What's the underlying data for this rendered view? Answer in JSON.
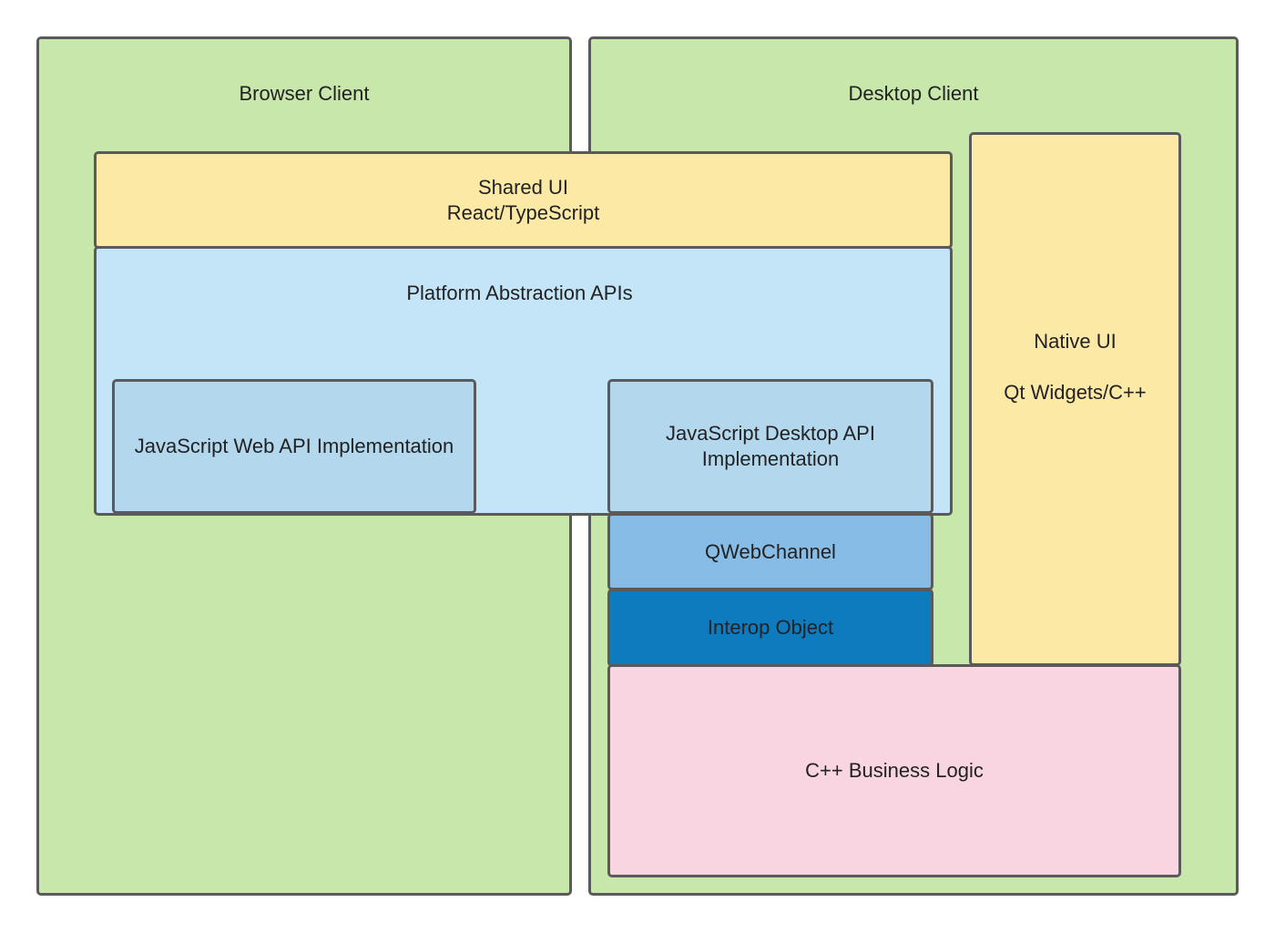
{
  "diagram": {
    "browser_client": {
      "label": "Browser Client"
    },
    "desktop_client": {
      "label": "Desktop Client"
    },
    "shared_ui": {
      "label": "Shared UI\nReact/TypeScript"
    },
    "platform_abstraction": {
      "label": "Platform Abstraction APIs"
    },
    "web_api_impl": {
      "label": "JavaScript Web API Implementation"
    },
    "desktop_api_impl": {
      "label": "JavaScript Desktop API\nImplementation"
    },
    "qwebchannel": {
      "label": "QWebChannel"
    },
    "interop_object": {
      "label": "Interop Object"
    },
    "native_ui": {
      "label": "Native UI\n\nQt Widgets/C++"
    },
    "business_logic": {
      "label": "C++ Business Logic"
    }
  },
  "colors": {
    "client_container": "#c8e7aa",
    "shared_ui": "#fde9a6",
    "platform_abstraction": "#c4e5f7",
    "api_impl": "#b3d8ee",
    "qwebchannel": "#86bce6",
    "interop_object": "#0d7bbd",
    "native_ui": "#fde9a6",
    "business_logic": "#f9d4e1",
    "border": "#5a5a5a"
  }
}
